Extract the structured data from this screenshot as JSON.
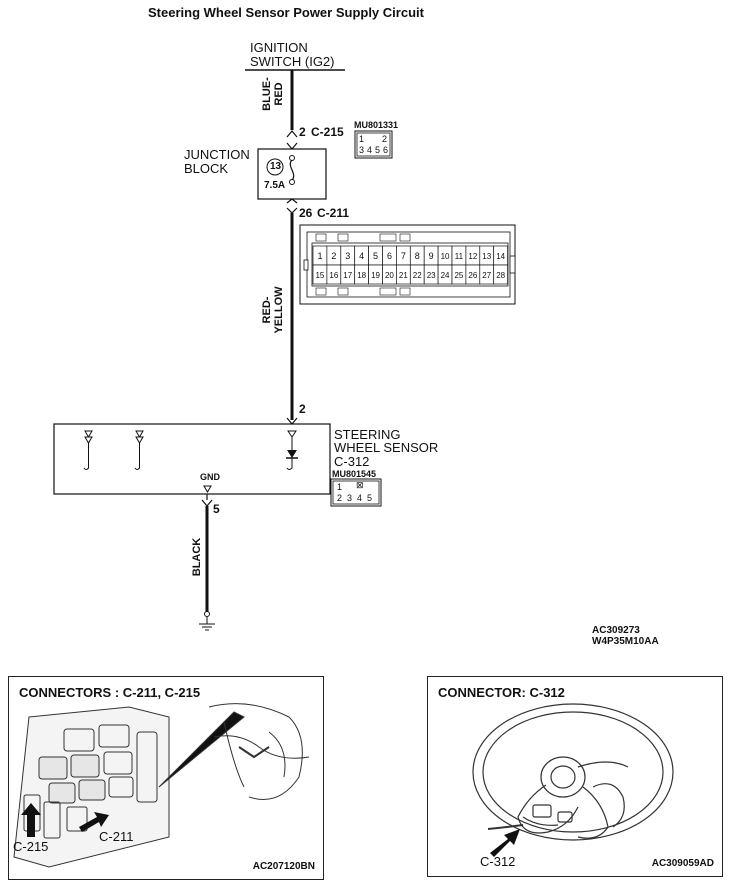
{
  "title": "Steering Wheel Sensor Power Supply Circuit",
  "ignition": {
    "line1": "IGNITION",
    "line2": "SWITCH (IG2)"
  },
  "wire_top": {
    "line1": "BLUE-",
    "line2": "RED"
  },
  "wire_mid": {
    "line1": "RED-",
    "line2": "YELLOW"
  },
  "wire_gnd": "BLACK",
  "junction": {
    "line1": "JUNCTION",
    "line2": "BLOCK",
    "fuse_no": "13",
    "fuse_rating": "7.5A"
  },
  "pins": {
    "c215_pin": "2",
    "c215_code": "C-215",
    "c211_pin": "26",
    "c211_code": "C-211",
    "sensor_pin": "2",
    "gnd_pin": "5"
  },
  "connector_c215": {
    "part": "MU801331",
    "top": [
      "1",
      "2"
    ],
    "bottom": [
      "3",
      "4",
      "5",
      "6"
    ]
  },
  "connector_c211": {
    "top": [
      "1",
      "2",
      "3",
      "4",
      "5",
      "6",
      "7",
      "8",
      "9",
      "10",
      "11",
      "12",
      "13",
      "14"
    ],
    "bottom": [
      "15",
      "16",
      "17",
      "18",
      "19",
      "20",
      "21",
      "22",
      "23",
      "24",
      "25",
      "26",
      "27",
      "28"
    ]
  },
  "sensor": {
    "line1": "STEERING",
    "line2": "WHEEL SENSOR",
    "code": "C-312",
    "gnd_label": "GND"
  },
  "connector_c312": {
    "part": "MU801545",
    "top": [
      "1"
    ],
    "bottom": [
      "2",
      "3",
      "4",
      "5"
    ]
  },
  "diagram_codes": {
    "line1": "AC309273",
    "line2": "W4P35M10AA"
  },
  "panel_left": {
    "title": "CONNECTORS : C-211, C-215",
    "label_a": "C-215",
    "label_b": "C-211",
    "code": "AC207120BN"
  },
  "panel_right": {
    "title": "CONNECTOR: C-312",
    "label": "C-312",
    "code": "AC309059AD"
  }
}
